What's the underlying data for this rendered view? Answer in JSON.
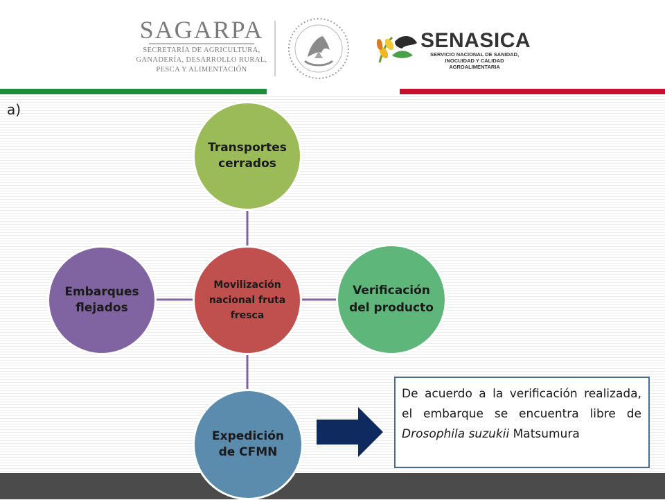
{
  "header": {
    "sagarpa": {
      "title": "SAGARPA",
      "line1": "SECRETARÍA DE AGRICULTURA,",
      "line2": "GANADERÍA, DESARROLLO RURAL,",
      "line3": "PESCA Y ALIMENTACIÓN"
    },
    "emblem_icon": "mexican-coat-of-arms-icon",
    "senasica": {
      "title": "SENASICA",
      "line1": "SERVICIO NACIONAL DE SANIDAD,",
      "line2": "INOCUIDAD Y CALIDAD",
      "line3": "AGROALIMENTARIA"
    },
    "colors": {
      "green": "#1e8a3c",
      "red": "#c8102e"
    }
  },
  "slide": {
    "label": "a)"
  },
  "diagram": {
    "center": {
      "label": "Movilización nacional fruta fresca",
      "color": "#c0504d"
    },
    "top": {
      "label": "Transportes cerrados",
      "color": "#9bbb59"
    },
    "left": {
      "label": "Embarques flejados",
      "color": "#8064a2"
    },
    "right": {
      "label": "Verificación del producto",
      "color": "#5fb67a"
    },
    "bottom": {
      "label": "Expedición de CFMN",
      "color": "#5b8cae"
    },
    "connector_color": "#8064a2"
  },
  "note": {
    "text_before": "De acuerdo a la verificación realizada, el embarque se encuentra libre de ",
    "species": "Drosophila suzukii",
    "text_after": " Matsumura",
    "arrow_color": "#0f2a5e",
    "border_color": "#4a6d8c"
  }
}
